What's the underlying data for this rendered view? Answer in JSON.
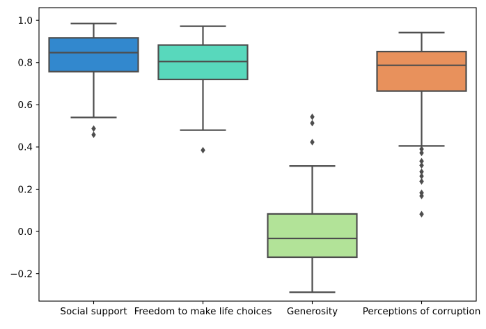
{
  "chart_data": {
    "type": "box",
    "title": "",
    "xlabel": "",
    "ylabel": "",
    "grid": false,
    "legend": null,
    "ylim": [
      -0.33,
      1.06
    ],
    "yticks": [
      1.0,
      0.8,
      0.6,
      0.4,
      0.2,
      0.0,
      -0.2
    ],
    "ytick_labels": [
      "1.0",
      "0.8",
      "0.6",
      "0.4",
      "0.2",
      "0.0",
      "−0.2"
    ],
    "categories": [
      "Social support",
      "Freedom to make life choices",
      "Generosity",
      "Perceptions of corruption"
    ],
    "boxes": [
      {
        "label": "Social support",
        "color": "#3288ce",
        "whisker_low": 0.54,
        "q1": 0.757,
        "median": 0.847,
        "q3": 0.917,
        "whisker_high": 0.985,
        "outliers": [
          0.487,
          0.458
        ]
      },
      {
        "label": "Freedom to make life choices",
        "color": "#58d8bc",
        "whisker_low": 0.48,
        "q1": 0.72,
        "median": 0.805,
        "q3": 0.883,
        "whisker_high": 0.972,
        "outliers": [
          0.385
        ]
      },
      {
        "label": "Generosity",
        "color": "#b2e398",
        "whisker_low": -0.288,
        "q1": -0.122,
        "median": -0.033,
        "q3": 0.083,
        "whisker_high": 0.31,
        "outliers": [
          0.543,
          0.513,
          0.423
        ]
      },
      {
        "label": "Perceptions of corruption",
        "color": "#e8915c",
        "whisker_low": 0.405,
        "q1": 0.665,
        "median": 0.787,
        "q3": 0.852,
        "whisker_high": 0.942,
        "outliers": [
          0.39,
          0.372,
          0.333,
          0.313,
          0.283,
          0.262,
          0.237,
          0.183,
          0.168,
          0.082
        ]
      }
    ],
    "colors": {
      "box_edge": "#4d4d4d",
      "whisker": "#4d4d4d",
      "flier": "#4d4d4d",
      "axis": "#000000",
      "background": "#ffffff"
    }
  }
}
